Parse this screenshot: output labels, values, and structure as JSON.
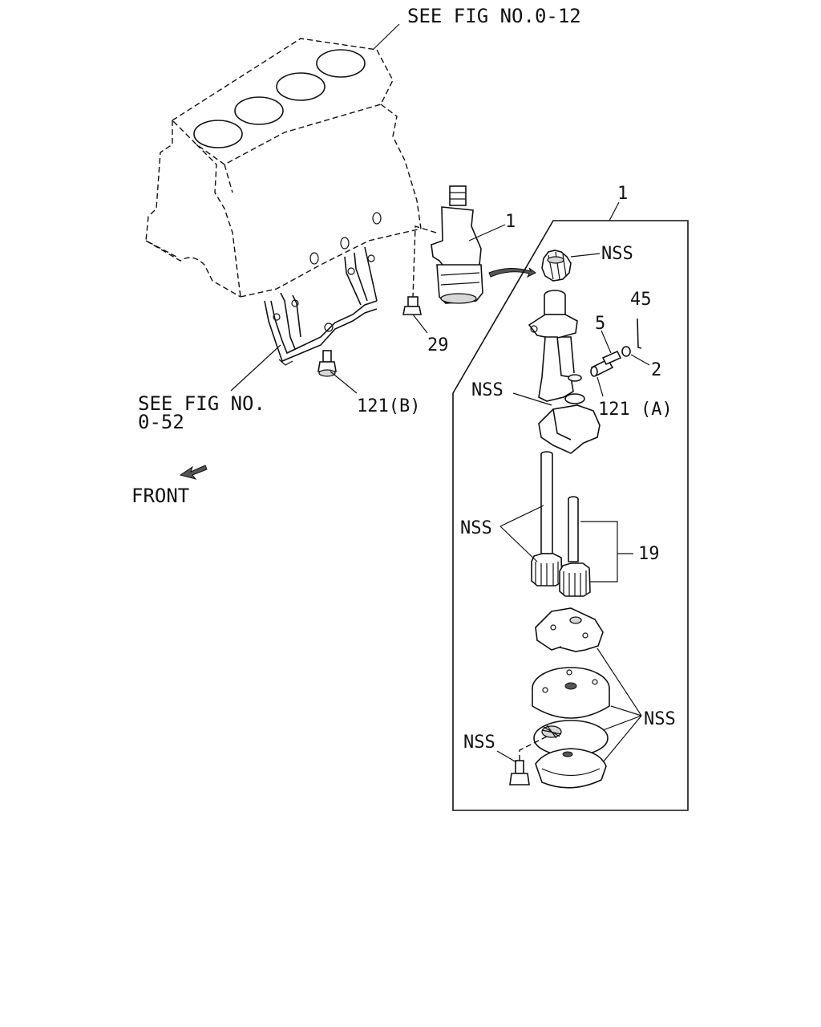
{
  "labels": {
    "see_fig_top": "SEE FIG NO.0-12",
    "see_fig_bottom_line1": "SEE FIG NO.",
    "see_fig_bottom_line2": "0-52",
    "front": "FRONT",
    "part_1_a": "1",
    "part_1_b": "1",
    "part_29": "29",
    "part_121b": "121(B)",
    "nss_gear_top": "NSS",
    "part_45": "45",
    "part_5": "5",
    "part_2": "2",
    "nss_body": "NSS",
    "part_121a": "121 (A)",
    "nss_shaft": "NSS",
    "part_19": "19",
    "nss_cover": "NSS",
    "nss_bolt": "NSS"
  }
}
